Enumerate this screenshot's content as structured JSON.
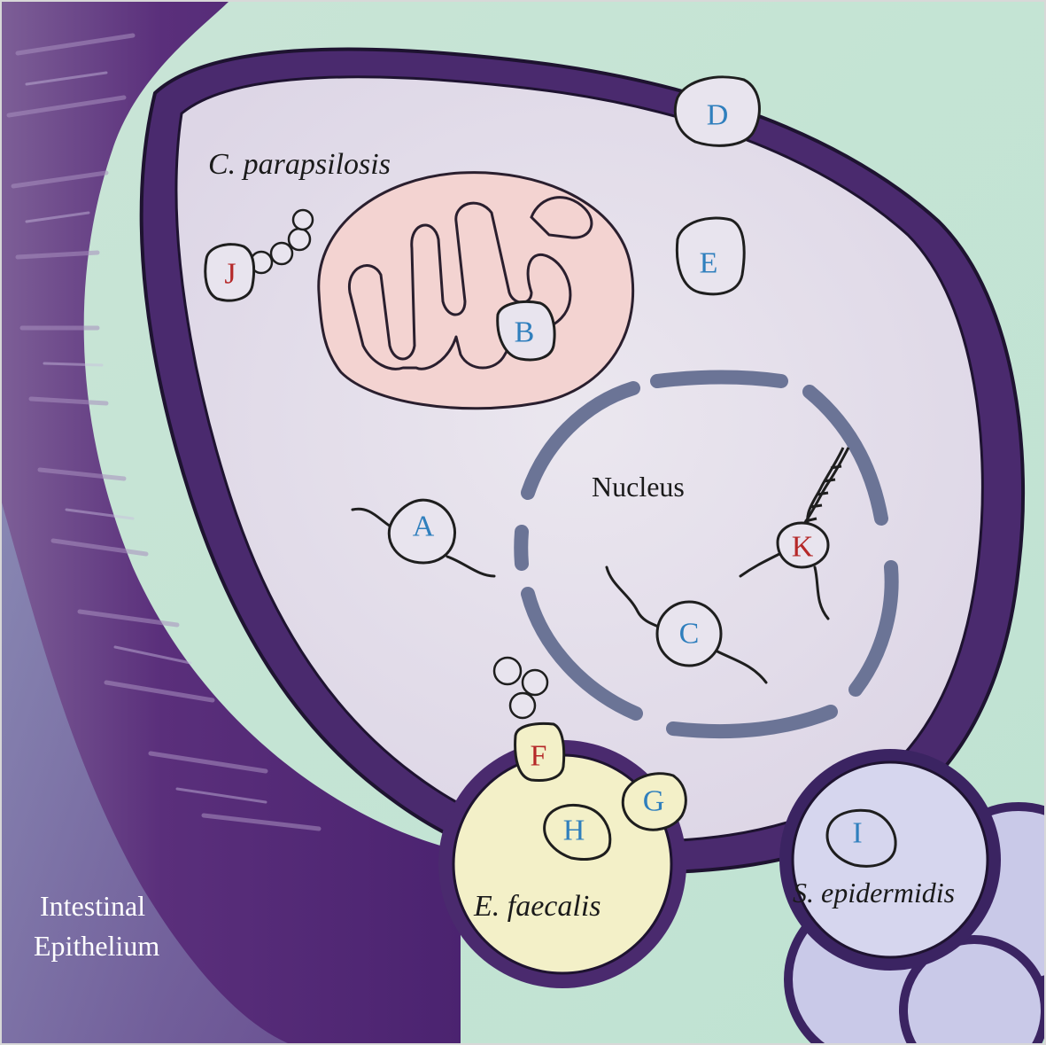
{
  "labels": {
    "c_parapsilosis": "C. parapsilosis",
    "nucleus": "Nucleus",
    "e_faecalis": "E. faecalis",
    "s_epidermidis": "S. epidermidis",
    "intestinal": "Intestinal",
    "epithelium": "Epithelium"
  },
  "markers": {
    "A": "A",
    "B": "B",
    "C": "C",
    "D": "D",
    "E": "E",
    "F": "F",
    "G": "G",
    "H": "H",
    "I": "I",
    "J": "J",
    "K": "K"
  },
  "colors": {
    "blue_marker": "#2f7fbd",
    "red_marker": "#b52828",
    "cell_wall": "#4a2a6e",
    "cytoplasm": "#e4dfea",
    "mitochondrion": "#f4d2d0",
    "nuclear_envelope": "#6b7496",
    "e_faecalis_fill": "#f3f0c8",
    "s_epidermidis_fill": "#d6d6ee",
    "background": "#cfe8dc",
    "epithelium": "#5b2f7c"
  }
}
